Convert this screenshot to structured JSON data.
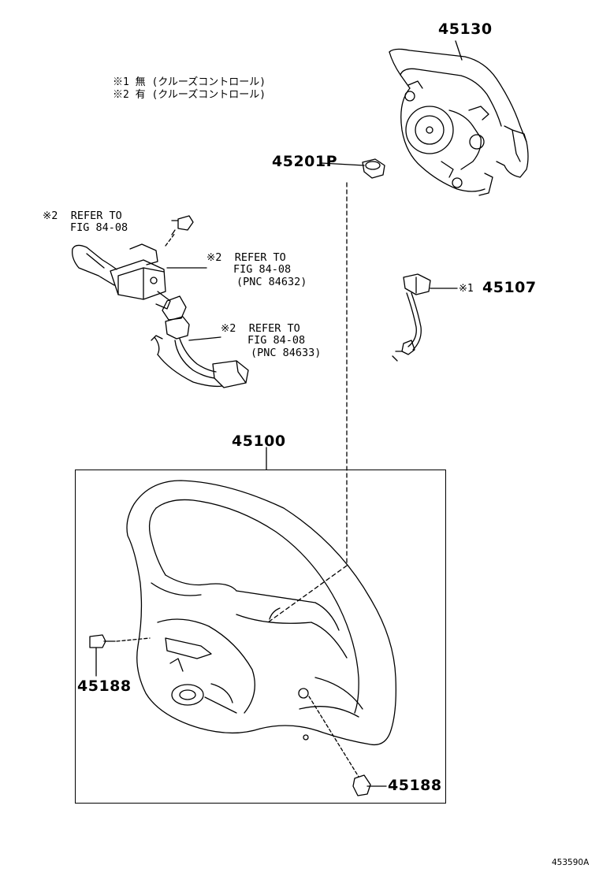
{
  "notes": {
    "line1": "※1 無 (クルーズコントロール)",
    "line2": "※2 有 (クルーズコントロール)"
  },
  "parts": {
    "p45130": "45130",
    "p45201p": "45201P",
    "p45107": "45107",
    "p45100": "45100",
    "p45188_left": "45188",
    "p45188_bottom": "45188"
  },
  "marks": {
    "m45107": "※1"
  },
  "refs": {
    "ref1": {
      "l1": "※2  REFER TO",
      "l2": "FIG 84-08"
    },
    "ref2": {
      "l1": "※2  REFER TO",
      "l2": "FIG 84-08",
      "l3": "(PNC 84632)"
    },
    "ref3": {
      "l1": "※2  REFER TO",
      "l2": "FIG 84-08",
      "l3": "(PNC 84633)"
    }
  },
  "figure_id": "453590A"
}
